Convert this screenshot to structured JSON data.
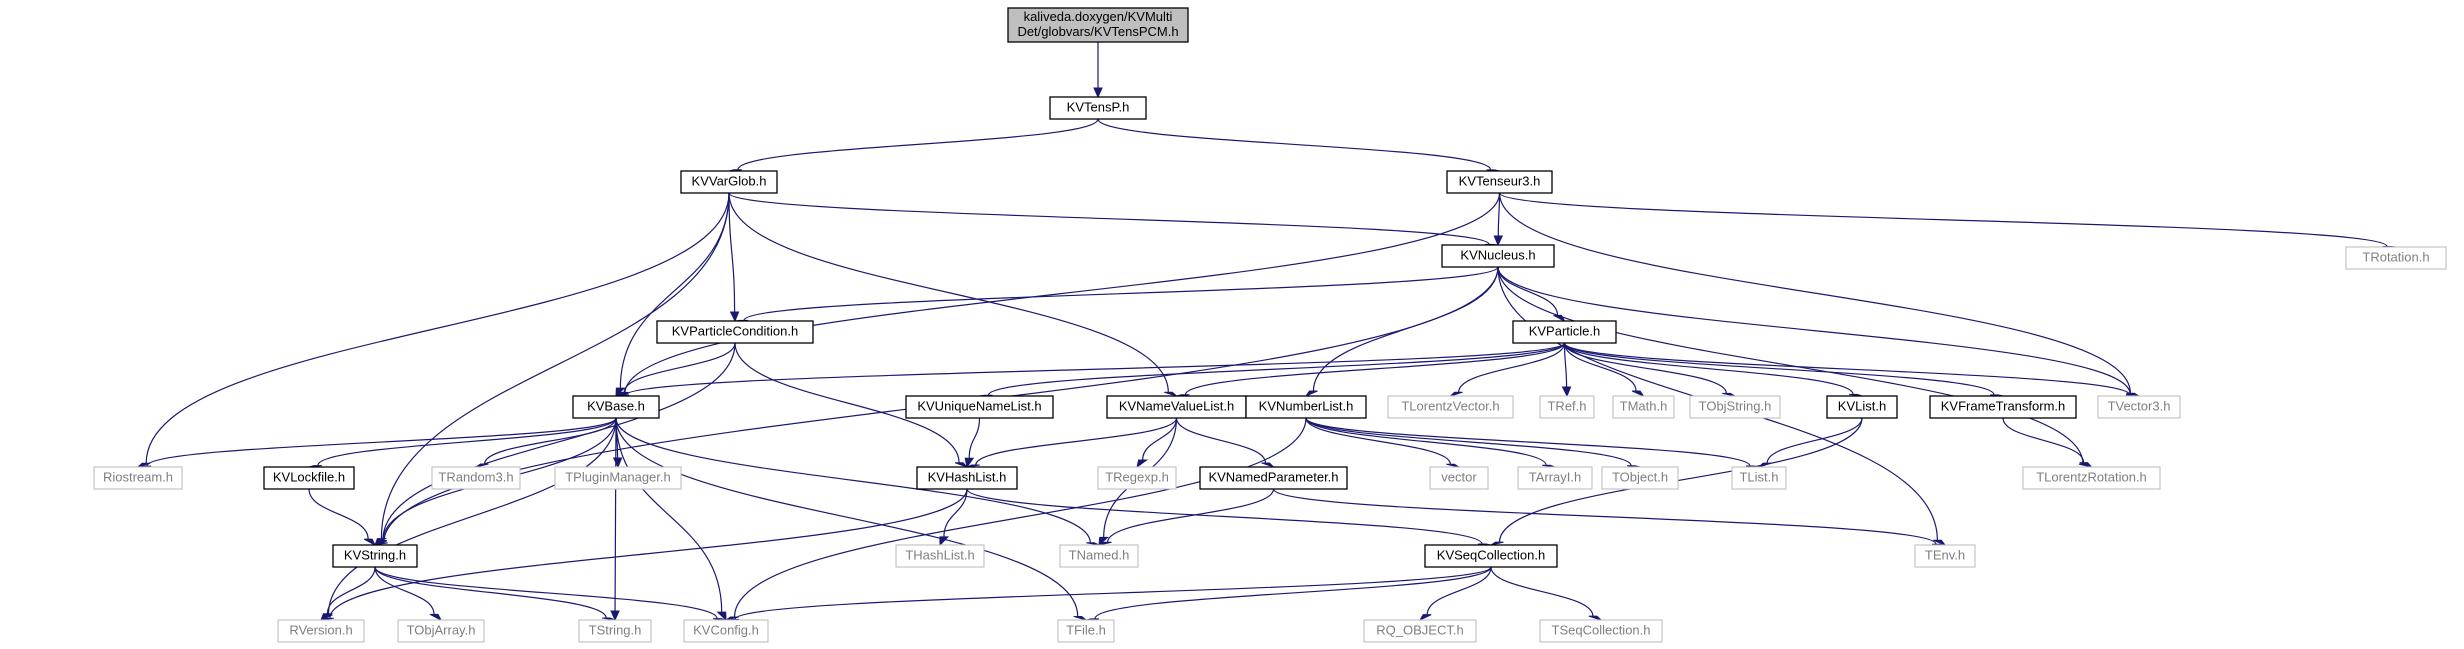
{
  "colors": {
    "edge": "#191970",
    "root_fill": "#bfbfbf",
    "documented_border": "#000000",
    "system_border": "#bfbfbf",
    "system_text": "#7f7f7f"
  },
  "nodes": [
    {
      "id": "root",
      "kind": "root",
      "lines": [
        "kaliveda.doxygen/KVMulti",
        "Det/globvars/KVTensPCM.h"
      ]
    },
    {
      "id": "KVTensP",
      "kind": "doc",
      "lines": [
        "KVTensP.h"
      ]
    },
    {
      "id": "KVVarGlob",
      "kind": "doc",
      "lines": [
        "KVVarGlob.h"
      ]
    },
    {
      "id": "KVTenseur3",
      "kind": "doc",
      "lines": [
        "KVTenseur3.h"
      ]
    },
    {
      "id": "TRotation",
      "kind": "sys",
      "lines": [
        "TRotation.h"
      ]
    },
    {
      "id": "KVNucleus",
      "kind": "doc",
      "lines": [
        "KVNucleus.h"
      ]
    },
    {
      "id": "KVParticleCondition",
      "kind": "doc",
      "lines": [
        "KVParticleCondition.h"
      ]
    },
    {
      "id": "KVParticle",
      "kind": "doc",
      "lines": [
        "KVParticle.h"
      ]
    },
    {
      "id": "KVBase",
      "kind": "doc",
      "lines": [
        "KVBase.h"
      ]
    },
    {
      "id": "KVUniqueNameList",
      "kind": "doc",
      "lines": [
        "KVUniqueNameList.h"
      ]
    },
    {
      "id": "KVNameValueList",
      "kind": "doc",
      "lines": [
        "KVNameValueList.h"
      ]
    },
    {
      "id": "KVNumberList",
      "kind": "doc",
      "lines": [
        "KVNumberList.h"
      ]
    },
    {
      "id": "TLorentzVector",
      "kind": "sys",
      "lines": [
        "TLorentzVector.h"
      ]
    },
    {
      "id": "TRef",
      "kind": "sys",
      "lines": [
        "TRef.h"
      ]
    },
    {
      "id": "TMath",
      "kind": "sys",
      "lines": [
        "TMath.h"
      ]
    },
    {
      "id": "TObjString",
      "kind": "sys",
      "lines": [
        "TObjString.h"
      ]
    },
    {
      "id": "KVList",
      "kind": "doc",
      "lines": [
        "KVList.h"
      ]
    },
    {
      "id": "KVFrameTransform",
      "kind": "doc",
      "lines": [
        "KVFrameTransform.h"
      ]
    },
    {
      "id": "TVector3",
      "kind": "sys",
      "lines": [
        "TVector3.h"
      ]
    },
    {
      "id": "Riostream",
      "kind": "sys",
      "lines": [
        "Riostream.h"
      ]
    },
    {
      "id": "KVLockfile",
      "kind": "doc",
      "lines": [
        "KVLockfile.h"
      ]
    },
    {
      "id": "TRandom3",
      "kind": "sys",
      "lines": [
        "TRandom3.h"
      ]
    },
    {
      "id": "TPluginManager",
      "kind": "sys",
      "lines": [
        "TPluginManager.h"
      ]
    },
    {
      "id": "KVHashList",
      "kind": "doc",
      "lines": [
        "KVHashList.h"
      ]
    },
    {
      "id": "TRegexp",
      "kind": "sys",
      "lines": [
        "TRegexp.h"
      ]
    },
    {
      "id": "KVNamedParameter",
      "kind": "doc",
      "lines": [
        "KVNamedParameter.h"
      ]
    },
    {
      "id": "vector",
      "kind": "sys",
      "lines": [
        "vector"
      ]
    },
    {
      "id": "TArrayI",
      "kind": "sys",
      "lines": [
        "TArrayI.h"
      ]
    },
    {
      "id": "TObject",
      "kind": "sys",
      "lines": [
        "TObject.h"
      ]
    },
    {
      "id": "TList",
      "kind": "sys",
      "lines": [
        "TList.h"
      ]
    },
    {
      "id": "TLorentzRotation",
      "kind": "sys",
      "lines": [
        "TLorentzRotation.h"
      ]
    },
    {
      "id": "KVString",
      "kind": "doc",
      "lines": [
        "KVString.h"
      ]
    },
    {
      "id": "THashList",
      "kind": "sys",
      "lines": [
        "THashList.h"
      ]
    },
    {
      "id": "TNamed",
      "kind": "sys",
      "lines": [
        "TNamed.h"
      ]
    },
    {
      "id": "KVSeqCollection",
      "kind": "doc",
      "lines": [
        "KVSeqCollection.h"
      ]
    },
    {
      "id": "TEnv",
      "kind": "sys",
      "lines": [
        "TEnv.h"
      ]
    },
    {
      "id": "RVersion",
      "kind": "sys",
      "lines": [
        "RVersion.h"
      ]
    },
    {
      "id": "TObjArray",
      "kind": "sys",
      "lines": [
        "TObjArray.h"
      ]
    },
    {
      "id": "TString",
      "kind": "sys",
      "lines": [
        "TString.h"
      ]
    },
    {
      "id": "KVConfig",
      "kind": "sys",
      "lines": [
        "KVConfig.h"
      ]
    },
    {
      "id": "TFile",
      "kind": "sys",
      "lines": [
        "TFile.h"
      ]
    },
    {
      "id": "RQ_OBJECT",
      "kind": "sys",
      "lines": [
        "RQ_OBJECT.h"
      ]
    },
    {
      "id": "TSeqCollection",
      "kind": "sys",
      "lines": [
        "TSeqCollection.h"
      ]
    }
  ]
}
